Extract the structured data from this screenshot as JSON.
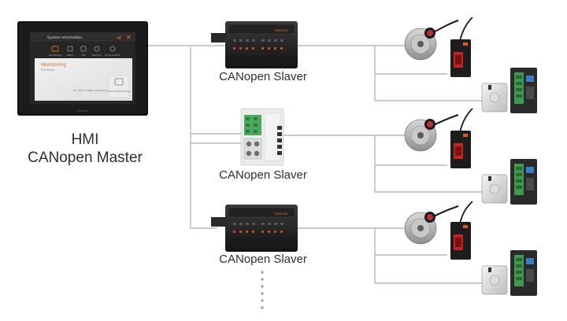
{
  "hmi": {
    "label_line1": "HMI",
    "label_line2": "CANopen Master",
    "screen_title": "System Information",
    "tab_labels": [
      "Monitoring",
      "Alarm",
      "File",
      "Security",
      "Environment"
    ],
    "card_title": "Monitoring",
    "card_subtitle": "Monitoring",
    "card_detail": "HF: 2HST, THOR, Information",
    "card_action": "Device Monitoring",
    "brand": "Autonics"
  },
  "slaves": [
    {
      "label": "CANopen Slaver",
      "device": "compact-io-module"
    },
    {
      "label": "CANopen Slaver",
      "device": "din-rail-io-module"
    },
    {
      "label": "CANopen Slaver",
      "device": "compact-io-module"
    }
  ],
  "module_brand": "Autonics",
  "colors": {
    "line": "#b8b8b8",
    "accent": "#e36a1e",
    "hmi_bezel": "#111111",
    "dots": "#9a9a9a"
  }
}
